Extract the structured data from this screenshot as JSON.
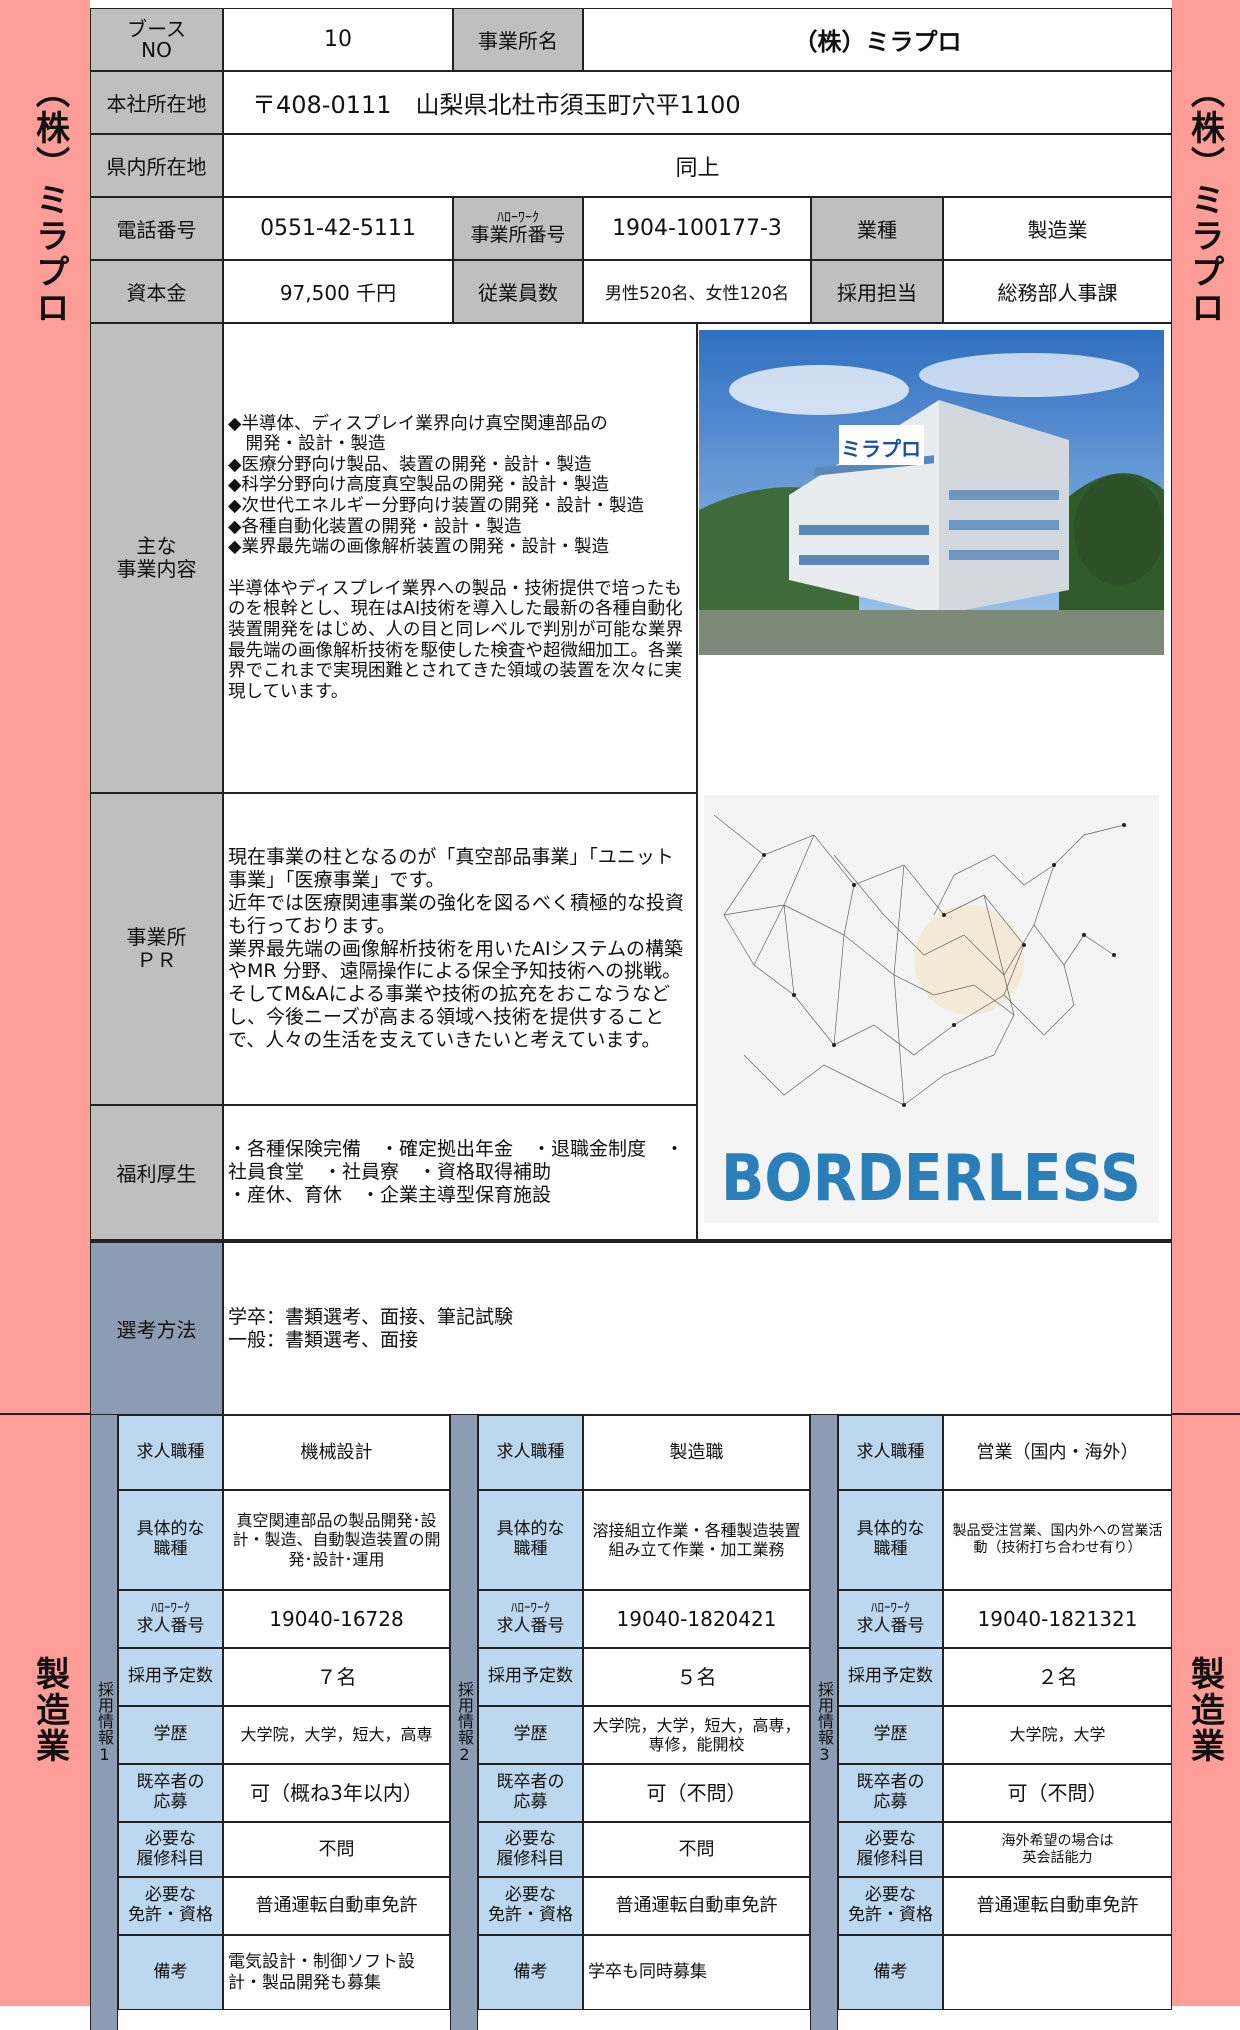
{
  "company_side": "（株）ミラプロ",
  "industry_side": "製造業",
  "info": {
    "booth_label": "ブース\nNO",
    "booth_no": "10",
    "name_label": "事業所名",
    "name": "（株）ミラプロ",
    "hq_label": "本社所在地",
    "hq": "〒408-0111　山梨県北杜市須玉町穴平1100",
    "local_label": "県内所在地",
    "local": "同上",
    "tel_label": "電話番号",
    "tel": "0551-42-5111",
    "hw_label_top": "ﾊﾛｰﾜｰｸ",
    "hw_label_bottom": "事業所番号",
    "hw_no": "1904-100177-3",
    "type_label": "業種",
    "type": "製造業",
    "capital_label": "資本金",
    "capital": "97,500 千円",
    "emp_label": "従業員数",
    "emp": "男性520名、女性120名",
    "rep_label": "採用担当",
    "rep": "総務部人事課"
  },
  "business": {
    "label": "主な\n事業内容",
    "text": "◆半導体、ディスプレイ業界向け真空関連部品の\n　開発・設計・製造\n◆医療分野向け製品、装置の開発・設計・製造\n◆科学分野向け高度真空製品の開発・設計・製造\n◆次世代エネルギー分野向け装置の開発・設計・製造\n◆各種自動化装置の開発・設計・製造\n◆業界最先端の画像解析装置の開発・設計・製造\n\n半導体やディスプレイ業界への製品・技術提供で培ったものを根幹とし、現在はAI技術を導入した最新の各種自動化装置開発をはじめ、人の目と同レベルで判別が可能な業界最先端の画像解析技術を駆使した検査や超微細加工。各業界でこれまで実現困難とされてきた領域の装置を次々に実現しています。"
  },
  "pr": {
    "label": "事業所\nＰＲ",
    "text": "現在事業の柱となるのが「真空部品事業」「ユニット事業」「医療事業」です。\n近年では医療関連事業の強化を図るべく積極的な投資も行っております。\n業界最先端の画像解析技術を用いたAIシステムの構築やMR 分野、遠隔操作による保全予知技術への挑戦。\nそしてM&Aによる事業や技術の拡充をおこなうなどし、今後ニーズが高まる領域へ技術を提供することで、人々の生活を支えていきたいと考えています。"
  },
  "welfare": {
    "label": "福利厚生",
    "text": "・各種保険完備　・確定拠出年金　・退職金制度　・社員食堂　・社員寮　・資格取得補助\n・産休、育休　・企業主導型保育施設"
  },
  "selection": {
    "label": "選考方法",
    "text": "学卒：書類選考、面接、筆記試験\n一般：書類選考、面接"
  },
  "images": {
    "building_sign": "ミラプロ",
    "borderless": "BORDERLESS"
  },
  "job_labels": {
    "title": "求人職種",
    "detail": "具体的な\n職種",
    "hw_top": "ﾊﾛｰﾜｰｸ",
    "hw_bottom": "求人番号",
    "count": "採用予定数",
    "edu": "学歴",
    "grad": "既卒者の\n応募",
    "subj": "必要な\n履修科目",
    "lic": "必要な\n免許・資格",
    "note": "備考"
  },
  "jobs": [
    {
      "side": "採用情報1",
      "title": "機械設計",
      "detail": "真空関連部品の製品開発･設計・製造、自動製造装置の開発･設計･運用",
      "hw": "19040-16728",
      "count": "７名",
      "edu": "大学院，大学，短大，高専",
      "grad": "可（概ね3年以内）",
      "subj": "不問",
      "lic": "普通運転自動車免許",
      "note": "電気設計・制御ソフト設計・製品開発も募集"
    },
    {
      "side": "採用情報2",
      "title": "製造職",
      "detail": "溶接組立作業・各種製造装置組み立て作業・加工業務",
      "hw": "19040-1820421",
      "count": "５名",
      "edu": "大学院，大学，短大，高専，専修，能開校",
      "grad": "可（不問）",
      "subj": "不問",
      "lic": "普通運転自動車免許",
      "note": "学卒も同時募集"
    },
    {
      "side": "採用情報3",
      "title": "営業（国内・海外）",
      "detail": "製品受注営業、国内外への営業活動（技術打ち合わせ有り）",
      "hw": "19040-1821321",
      "count": "２名",
      "edu": "大学院，大学",
      "grad": "可（不問）",
      "subj": "海外希望の場合は\n英会話能力",
      "lic": "普通運転自動車免許",
      "note": ""
    }
  ]
}
